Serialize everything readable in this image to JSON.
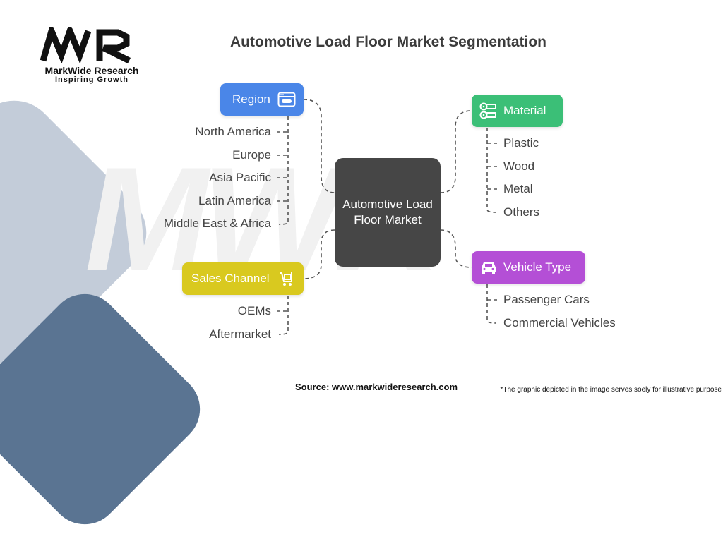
{
  "logo": {
    "mark": "MWR",
    "name": "MarkWide Research",
    "tagline": "Inspiring Growth",
    "watermark": "MWR"
  },
  "title": "Automotive Load Floor Market Segmentation",
  "center_label": "Automotive Load Floor Market",
  "categories": {
    "region": {
      "label": "Region",
      "color": "#4a86e8",
      "icon": "browser-window-icon",
      "items": [
        "North America",
        "Europe",
        "Asia Pacific",
        "Latin America",
        "Middle East & Africa"
      ]
    },
    "sales_channel": {
      "label": "Sales Channel",
      "color": "#d9c91f",
      "icon": "shopping-cart-icon",
      "items": [
        "OEMs",
        "Aftermarket"
      ]
    },
    "material": {
      "label": "Material",
      "color": "#3bbf77",
      "icon": "material-rolls-icon",
      "items": [
        "Plastic",
        "Wood",
        "Metal",
        "Others"
      ]
    },
    "vehicle_type": {
      "label": "Vehicle Type",
      "color": "#b44fd6",
      "icon": "car-icon",
      "items": [
        "Passenger Cars",
        "Commercial Vehicles"
      ]
    }
  },
  "source": "Source: www.markwideresearch.com",
  "disclaimer": "*The graphic depicted in the image serves soely for illustrative purpose",
  "colors": {
    "center": "#464646",
    "text": "#444444",
    "connector": "#555555",
    "bg_shape_light": "#c3ccd9",
    "bg_shape_dark": "#5a7492"
  }
}
